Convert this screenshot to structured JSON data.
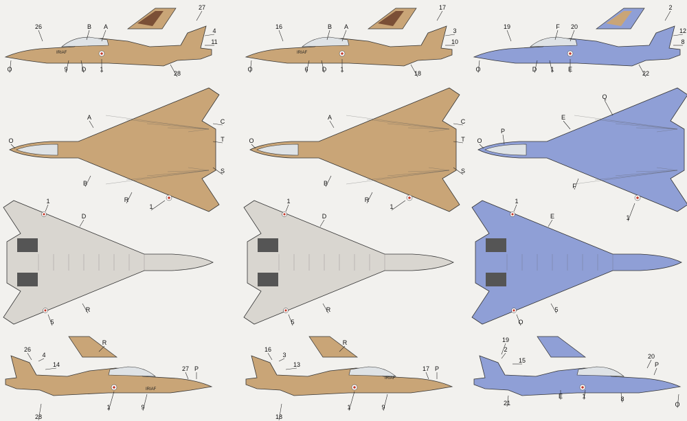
{
  "colors": {
    "paper": "#f2f1ee",
    "sand": "#c9a577",
    "tan": "#b78b5a",
    "brown": "#7a4f36",
    "blue": "#8f9fd6",
    "grey": "#d9d6d0",
    "nose": "#e6e2dc",
    "roundel_red": "#c23a2a",
    "roundel_green": "#2f7a3a"
  },
  "scheme_tags": [
    "IRIAF",
    "IRIAF",
    "IRIAF",
    "IRIAF"
  ],
  "columns": [
    {
      "scheme": "brown",
      "side_labels": [
        "26",
        "B",
        "A",
        "27",
        "4",
        "11",
        "9",
        "D",
        "1",
        "28",
        "O"
      ],
      "top_labels": [
        "A",
        "C",
        "T",
        "S",
        "O",
        "B",
        "R",
        "1"
      ],
      "bottom_labels": [
        "1",
        "D",
        "R",
        "5"
      ],
      "lower_side_labels": [
        "26",
        "4",
        "14",
        "R",
        "27",
        "P",
        "1",
        "9",
        "28"
      ]
    },
    {
      "scheme": "brown",
      "side_labels": [
        "16",
        "B",
        "A",
        "17",
        "3",
        "10",
        "6",
        "D",
        "1",
        "18",
        "O"
      ],
      "top_labels": [
        "A",
        "C",
        "T",
        "S",
        "O",
        "B",
        "R",
        "1"
      ],
      "bottom_labels": [
        "1",
        "D",
        "R",
        "5"
      ],
      "lower_side_labels": [
        "16",
        "3",
        "13",
        "R",
        "17",
        "P",
        "1",
        "9",
        "18"
      ]
    },
    {
      "scheme": "blue",
      "side_labels": [
        "19",
        "F",
        "20",
        "2",
        "12",
        "8",
        "D",
        "1",
        "E",
        "22",
        "O"
      ],
      "top_labels": [
        "Q",
        "E",
        "P",
        "O",
        "F",
        "1"
      ],
      "bottom_labels": [
        "1",
        "E",
        "5",
        "O"
      ],
      "lower_side_labels": [
        "19",
        "2",
        "15",
        "20",
        "P",
        "21",
        "E",
        "1",
        "8",
        "O"
      ]
    }
  ]
}
